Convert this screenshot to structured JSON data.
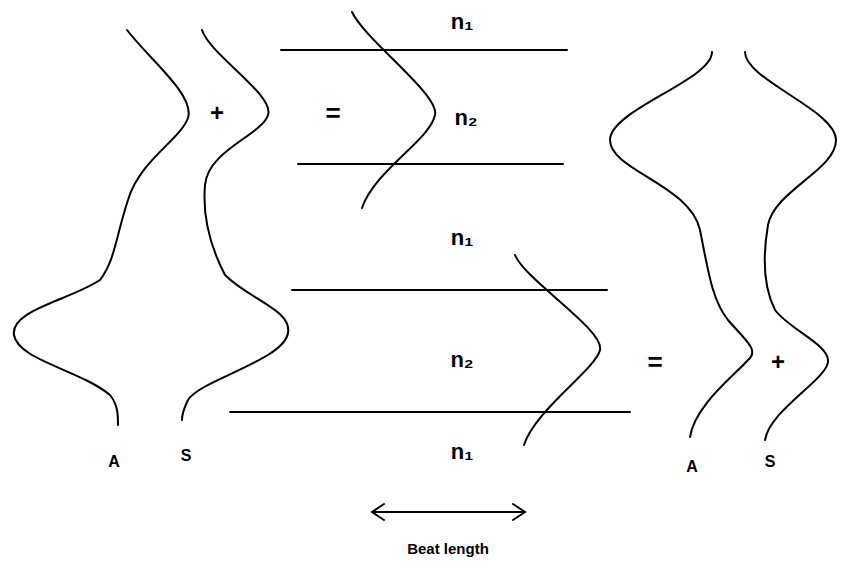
{
  "diagram": {
    "labels": [
      "n₁",
      "+",
      "=",
      "n₂",
      "n₁",
      "n₂",
      "=",
      "+",
      "n₁",
      "A",
      "S",
      "A",
      "S",
      "Beat length"
    ]
  }
}
